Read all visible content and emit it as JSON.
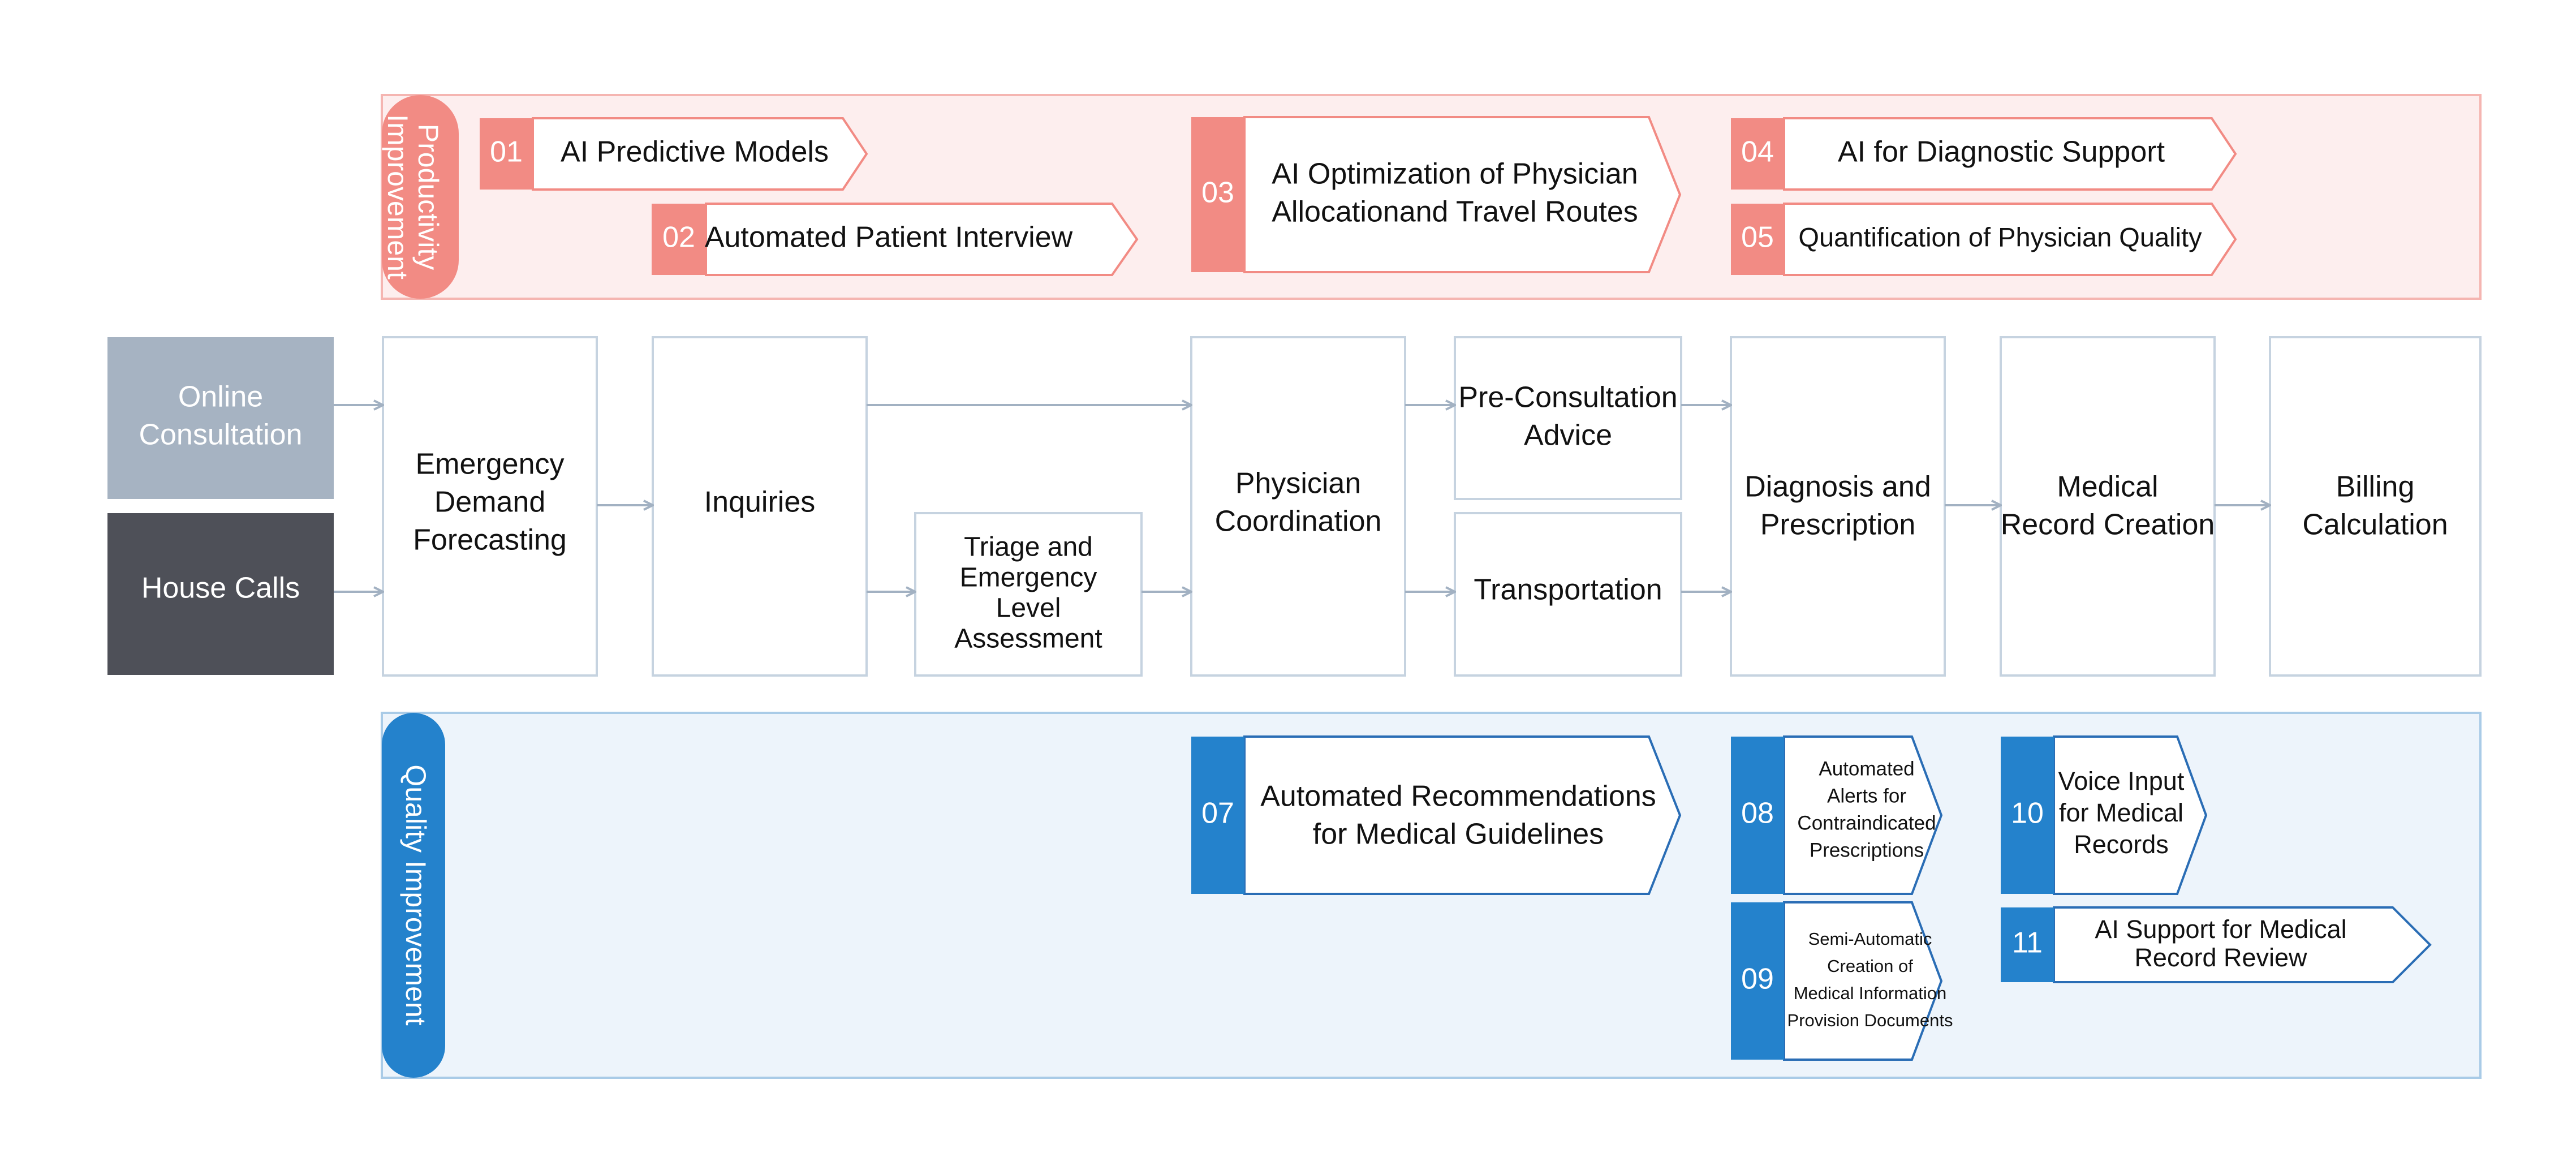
{
  "bands": {
    "productivity": {
      "label_line1": "Productivity",
      "label_line2": "Improvement",
      "fill": "#fdeeee",
      "stroke": "#f5b5b1",
      "tag_color": "#f28b84"
    },
    "quality": {
      "label": "Quality Improvement",
      "fill": "#edf4fb",
      "stroke": "#a9cbe7",
      "tag_color": "#2482cc"
    }
  },
  "sources": {
    "online": {
      "line1": "Online",
      "line2": "Consultation",
      "color": "#a6b3c2"
    },
    "house_calls": {
      "label": "House Calls",
      "color": "#4e5058"
    }
  },
  "steps": {
    "emergency_demand": {
      "line1": "Emergency",
      "line2": "Demand",
      "line3": "Forecasting"
    },
    "inquiries": {
      "label": "Inquiries"
    },
    "triage": {
      "line1": "Triage and",
      "line2": "Emergency",
      "line3": "Level",
      "line4": "Assessment"
    },
    "physician_coordination": {
      "line1": "Physician",
      "line2": "Coordination"
    },
    "pre_consultation": {
      "line1": "Pre-Consultation",
      "line2": "Advice"
    },
    "transportation": {
      "label": "Transportation"
    },
    "diagnosis": {
      "line1": "Diagnosis and",
      "line2": "Prescription"
    },
    "medical_record": {
      "line1": "Medical",
      "line2": "Record Creation"
    },
    "billing": {
      "line1": "Billing",
      "line2": "Calculation"
    }
  },
  "improvements": {
    "i01": {
      "num": "01",
      "line1": "AI Predictive Models"
    },
    "i02": {
      "num": "02",
      "line1": "Automated Patient Interview"
    },
    "i03": {
      "num": "03",
      "line1": "AI Optimization of Physician",
      "line2": "Allocationand Travel Routes"
    },
    "i04": {
      "num": "04",
      "line1": "AI for Diagnostic Support"
    },
    "i05": {
      "num": "05",
      "line1": "Quantification of Physician Quality"
    },
    "i07": {
      "num": "07",
      "line1": "Automated Recommendations",
      "line2": "for Medical Guidelines"
    },
    "i08": {
      "num": "08",
      "line1": "Automated",
      "line2": "Alerts for",
      "line3": "Contraindicated",
      "line4": "Prescriptions"
    },
    "i09": {
      "num": "09",
      "line1": "Semi-Automatic",
      "line2": "Creation of",
      "line3": "Medical Information",
      "line4": "Provision Documents"
    },
    "i10": {
      "num": "10",
      "line1": "Voice Input",
      "line2": "for Medical",
      "line3": "Records"
    },
    "i11": {
      "num": "11",
      "line1": "AI Support for Medical",
      "line2": "Record Review"
    }
  }
}
